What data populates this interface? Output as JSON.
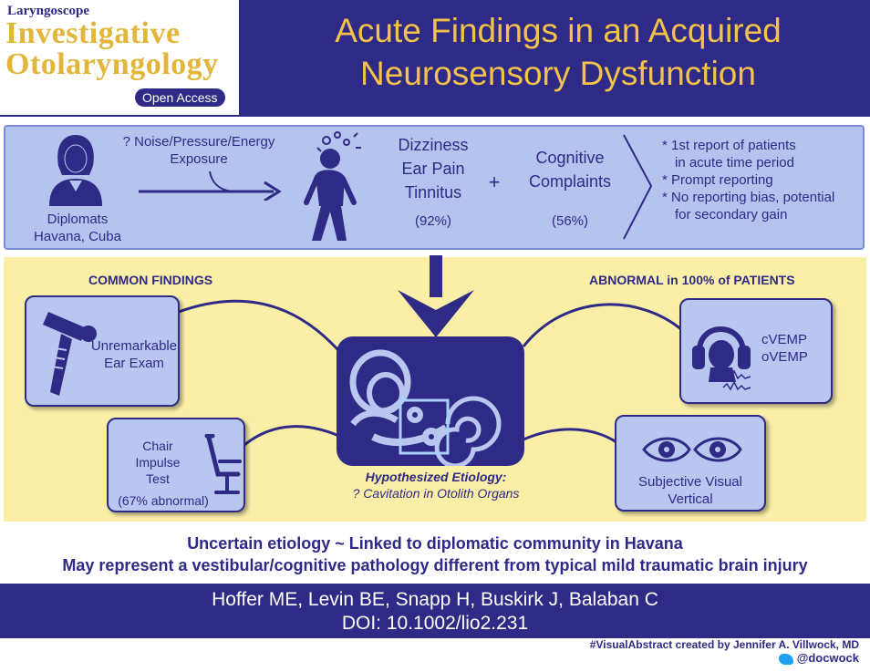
{
  "journal": {
    "line1": "Laryngoscope",
    "line2": "Investigative",
    "line3": "Otolaryngology",
    "badge": "Open Access"
  },
  "title": {
    "line1": "Acute Findings in an Acquired",
    "line2": "Neurosensory Dysfunction"
  },
  "exposure": {
    "who_line1": "Diplomats",
    "who_line2": "Havana, Cuba",
    "exposure_line1": "? Noise/Pressure/Energy",
    "exposure_line2": "Exposure"
  },
  "symptoms": {
    "line1": "Dizziness",
    "line2": "Ear Pain",
    "line3": "Tinnitus",
    "percent": "(92%)",
    "plus": "+",
    "cog_line1": "Cognitive",
    "cog_line2": "Complaints",
    "cog_percent": "(56%)"
  },
  "notes": [
    "* 1st report of patients",
    "in acute time period",
    "* Prompt reporting",
    "* No reporting bias, potential",
    "for secondary gain"
  ],
  "common": {
    "header": "COMMON FINDINGS",
    "ear_exam_line1": "Unremarkable",
    "ear_exam_line2": "Ear Exam",
    "chair_line1": "Chair",
    "chair_line2": "Impulse",
    "chair_line3": "Test",
    "chair_line4": "(67% abnormal)"
  },
  "abnormal": {
    "header": "ABNORMAL in 100% of PATIENTS",
    "vemp_line1": "cVEMP",
    "vemp_line2": "oVEMP",
    "svv_line1": "Subjective Visual",
    "svv_line2": "Vertical"
  },
  "etiology": {
    "line1": "Hypothesized Etiology:",
    "line2": "? Cavitation in Otolith Organs"
  },
  "conclusion": {
    "line1": "Uncertain etiology ~ Linked to diplomatic community in Havana",
    "line2": "May represent a vestibular/cognitive pathology different from typical mild traumatic brain injury"
  },
  "citation": {
    "authors": "Hoffer ME, Levin BE, Snapp H, Buskirk J, Balaban C",
    "doi": "DOI: 10.1002/lio2.231"
  },
  "credit": {
    "line1": "#VisualAbstract created by Jennifer A. Villwock, MD",
    "handle": "@docwock"
  },
  "colors": {
    "navy": "#2e2a86",
    "gold": "#f2c24a",
    "light_blue": "#b4c4ee",
    "yellow": "#fbefa8"
  }
}
